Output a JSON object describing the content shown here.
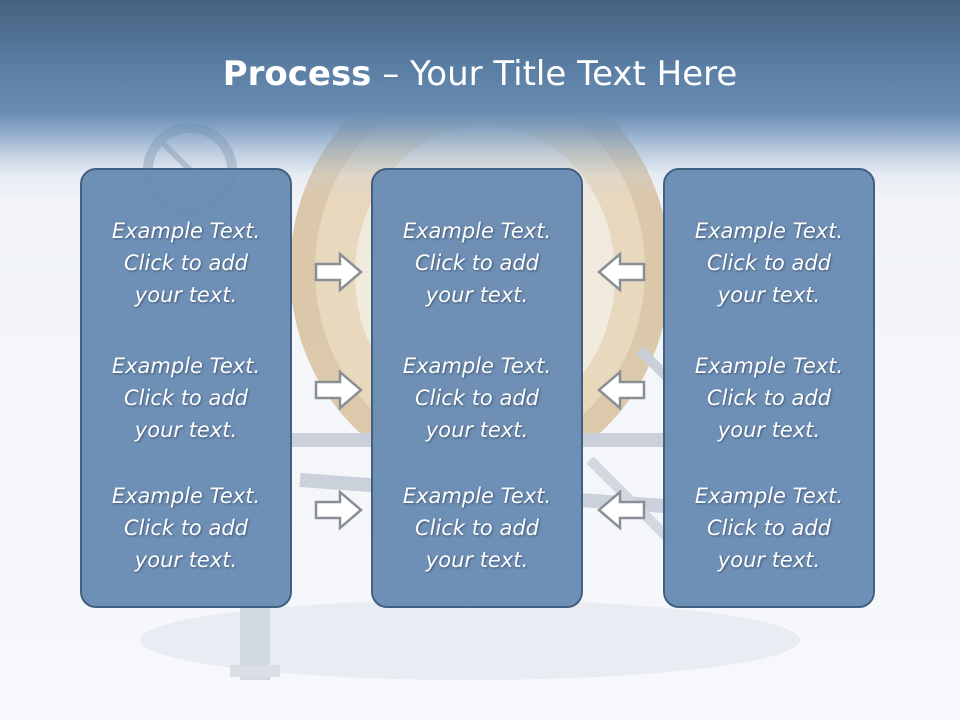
{
  "slide": {
    "title": {
      "bold_part": "Process",
      "rest_part": " – Your Title Text Here"
    },
    "columns": [
      {
        "id": "left",
        "items": [
          {
            "line1": "Example Text.",
            "line2": "Click  to add",
            "line3": "your text."
          },
          {
            "line1": "Example Text.",
            "line2": "Click  to add",
            "line3": "your text."
          },
          {
            "line1": "Example Text.",
            "line2": "Click  to add",
            "line3": "your text."
          }
        ]
      },
      {
        "id": "center",
        "items": [
          {
            "line1": "Example Text.",
            "line2": "Click  to add",
            "line3": "your text."
          },
          {
            "line1": "Example Text.",
            "line2": "Click  to add",
            "line3": "your text."
          },
          {
            "line1": "Example Text.",
            "line2": "Click  to add",
            "line3": "your text."
          }
        ]
      },
      {
        "id": "right",
        "items": [
          {
            "line1": "Example Text.",
            "line2": "Click  to add",
            "line3": "your text."
          },
          {
            "line1": "Example Text.",
            "line2": "Click  to add",
            "line3": "your text."
          },
          {
            "line1": "Example Text.",
            "line2": "Click  to add",
            "line3": "your text."
          }
        ]
      }
    ],
    "arrows": {
      "left_to_center": "arrow-right-icon",
      "right_to_center": "arrow-left-icon"
    },
    "colors": {
      "banner": "#587ba0",
      "box_fill": "#6b8db4",
      "box_border": "#3e5c7f",
      "text": "#ffffff"
    }
  }
}
